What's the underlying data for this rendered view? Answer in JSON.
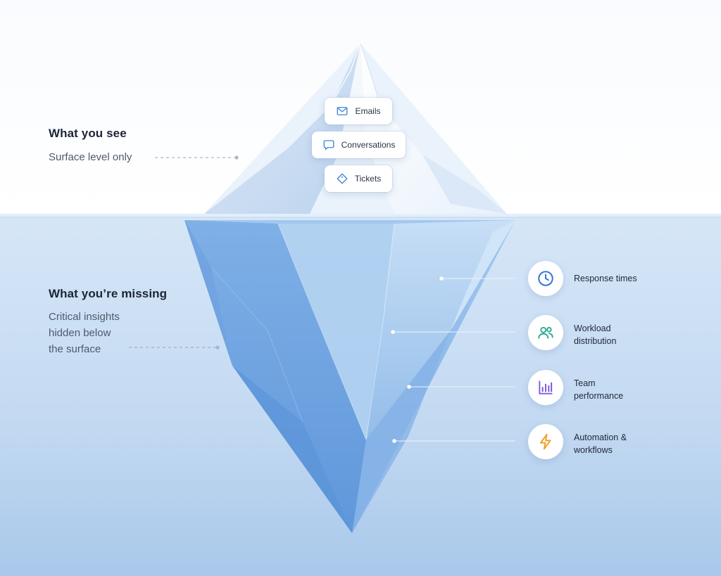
{
  "left": {
    "visible": {
      "title": "What you see",
      "lines": [
        "Surface level only"
      ]
    },
    "hidden": {
      "title": "What you’re missing",
      "lines": [
        "Critical insights",
        "hidden below",
        "the surface"
      ]
    }
  },
  "surface_items": [
    {
      "label": "Emails",
      "icon": "mail-icon"
    },
    {
      "label": "Conversations",
      "icon": "chat-bubble-icon"
    },
    {
      "label": "Tickets",
      "icon": "ticket-icon"
    }
  ],
  "hidden_items": [
    {
      "lines": [
        "Response times"
      ],
      "icon": "clock-icon",
      "color": "#3a76d4"
    },
    {
      "lines": [
        "Workload",
        "distribution"
      ],
      "icon": "users-icon",
      "color": "#33ab92"
    },
    {
      "lines": [
        "Team",
        "performance"
      ],
      "icon": "bar-chart-icon",
      "color": "#7d5ed9"
    },
    {
      "lines": [
        "Automation &",
        "workflows"
      ],
      "icon": "lightning-icon",
      "color": "#eda22c"
    }
  ],
  "colors": {
    "sky": "#ffffff",
    "water": "#cfe1f5",
    "ice": "#e6f0fb",
    "ice_underwater": "#8db9e9",
    "icon_blue": "#3c86d6"
  }
}
